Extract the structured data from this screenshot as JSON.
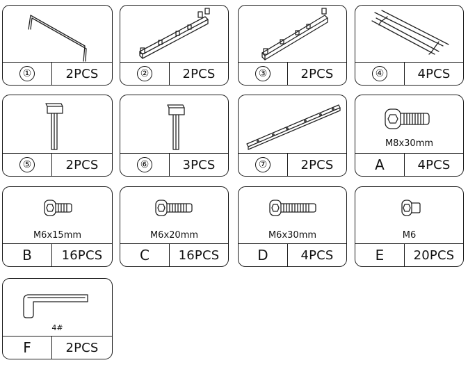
{
  "parts": [
    {
      "id": "1",
      "qty": "2PCS",
      "icon": "u-frame-icon"
    },
    {
      "id": "2",
      "qty": "2PCS",
      "icon": "bracket-rail-icon"
    },
    {
      "id": "3",
      "qty": "2PCS",
      "icon": "bracket-rail-icon"
    },
    {
      "id": "4",
      "qty": "4PCS",
      "icon": "wire-rod-icon"
    },
    {
      "id": "5",
      "qty": "2PCS",
      "icon": "t-post-icon"
    },
    {
      "id": "6",
      "qty": "3PCS",
      "icon": "t-post-icon"
    },
    {
      "id": "7",
      "qty": "2PCS",
      "icon": "flat-bar-icon"
    },
    {
      "id": "A",
      "qty": "4PCS",
      "size": "M8x30mm",
      "icon": "screw-icon"
    },
    {
      "id": "B",
      "qty": "16PCS",
      "size": "M6x15mm",
      "icon": "screw-icon"
    },
    {
      "id": "C",
      "qty": "16PCS",
      "size": "M6x20mm",
      "icon": "screw-icon"
    },
    {
      "id": "D",
      "qty": "4PCS",
      "size": "M6x30mm",
      "icon": "screw-icon"
    },
    {
      "id": "E",
      "qty": "20PCS",
      "size": "M6",
      "icon": "nut-icon"
    },
    {
      "id": "F",
      "qty": "2PCS",
      "size": "4#",
      "icon": "allen-key-icon"
    }
  ],
  "circled": {
    "1": "①",
    "2": "②",
    "3": "③",
    "4": "④",
    "5": "⑤",
    "6": "⑥",
    "7": "⑦"
  }
}
